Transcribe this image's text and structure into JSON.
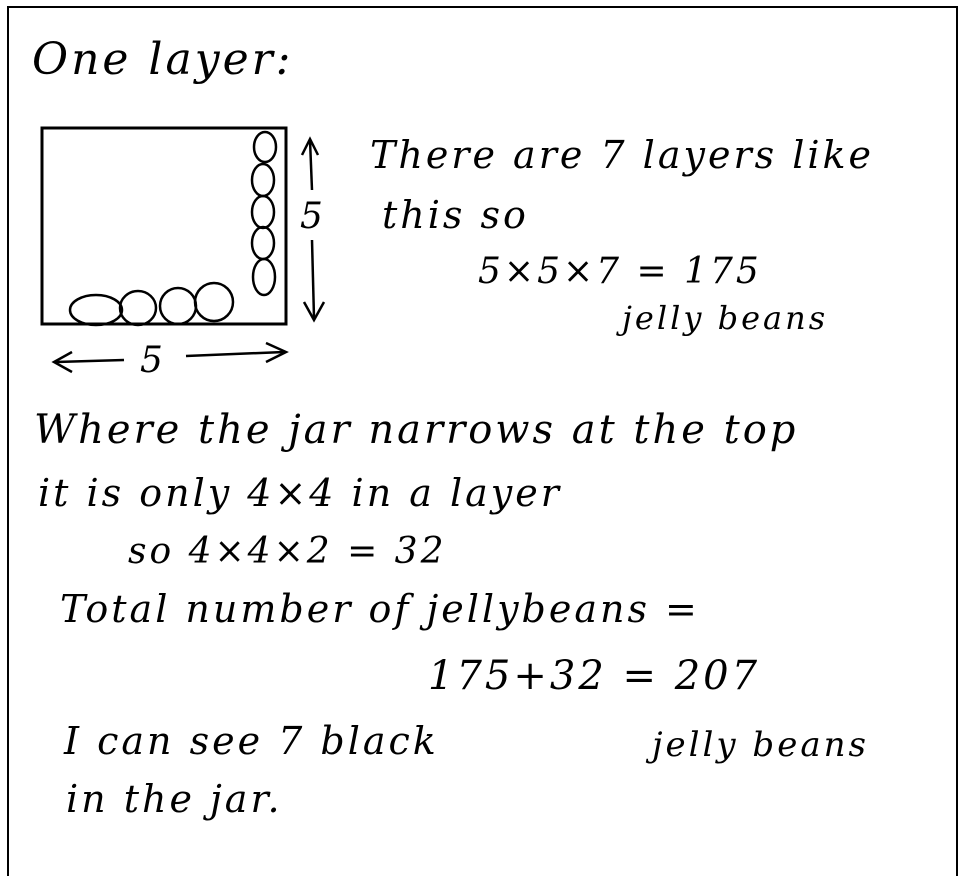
{
  "heading": "One layer:",
  "diagram": {
    "height_label": "5",
    "width_label": "5"
  },
  "paragraphs": {
    "layers_line1": "There are 7 layers like",
    "layers_line2": "this so",
    "layers_calc": "5×5×7 = 175",
    "layers_unit": "jelly beans",
    "narrow_line1": "Where the jar narrows at the top",
    "narrow_line2": "it is only 4×4 in a layer",
    "narrow_calc": "so  4×4×2 = 32",
    "total_line1": "Total number of jellybeans =",
    "total_calc": "175+32 = 207",
    "black_line1": "I can see 7 black",
    "black_unit": "jelly beans",
    "black_line2": "in the jar."
  }
}
